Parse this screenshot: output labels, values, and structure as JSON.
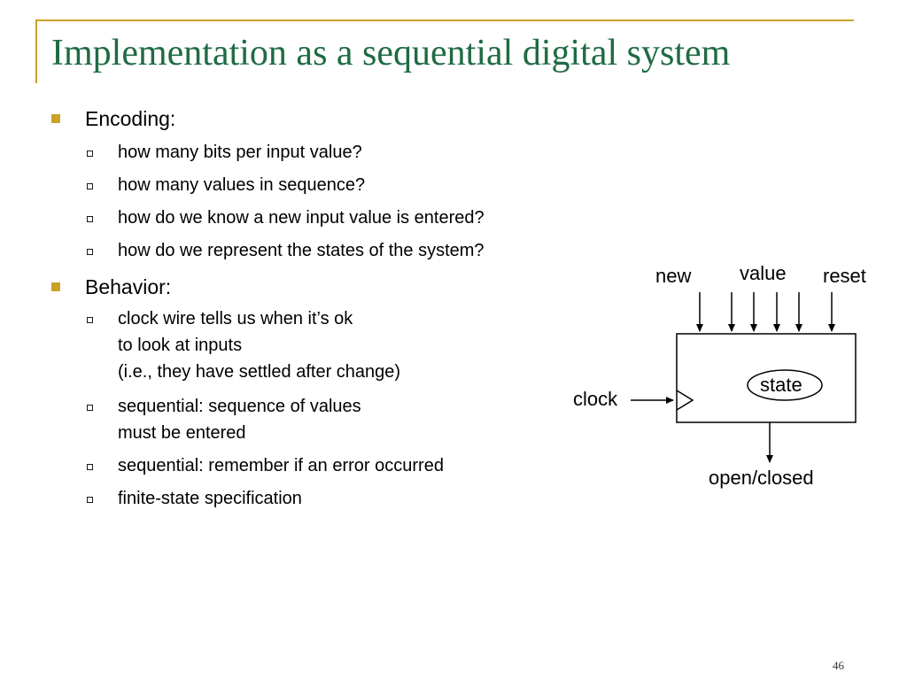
{
  "slide": {
    "title": "Implementation as a sequential digital system",
    "page_number": "46",
    "accent_color": "#c9a227",
    "title_color": "#1f6b43"
  },
  "bullets": [
    {
      "text": "Encoding:",
      "subitems": [
        {
          "lines": [
            "how many bits per input value?"
          ]
        },
        {
          "lines": [
            "how many values in sequence?"
          ]
        },
        {
          "lines": [
            "how do we know a new input value is entered?"
          ]
        },
        {
          "lines": [
            "how do we represent the states of the system?"
          ]
        }
      ]
    },
    {
      "text": "Behavior:",
      "subitems": [
        {
          "lines": [
            "clock wire tells us when it’s ok",
            "to look at inputs",
            "(i.e., they have settled after change)"
          ]
        },
        {
          "lines": [
            "sequential: sequence of values",
            "must be entered"
          ]
        },
        {
          "lines": [
            "sequential: remember if an error occurred"
          ]
        },
        {
          "lines": [
            "finite-state specification"
          ]
        }
      ]
    }
  ],
  "diagram": {
    "input_new": "new",
    "input_value": "value",
    "input_reset": "reset",
    "input_clock": "clock",
    "state_label": "state",
    "output_label": "open/closed"
  }
}
